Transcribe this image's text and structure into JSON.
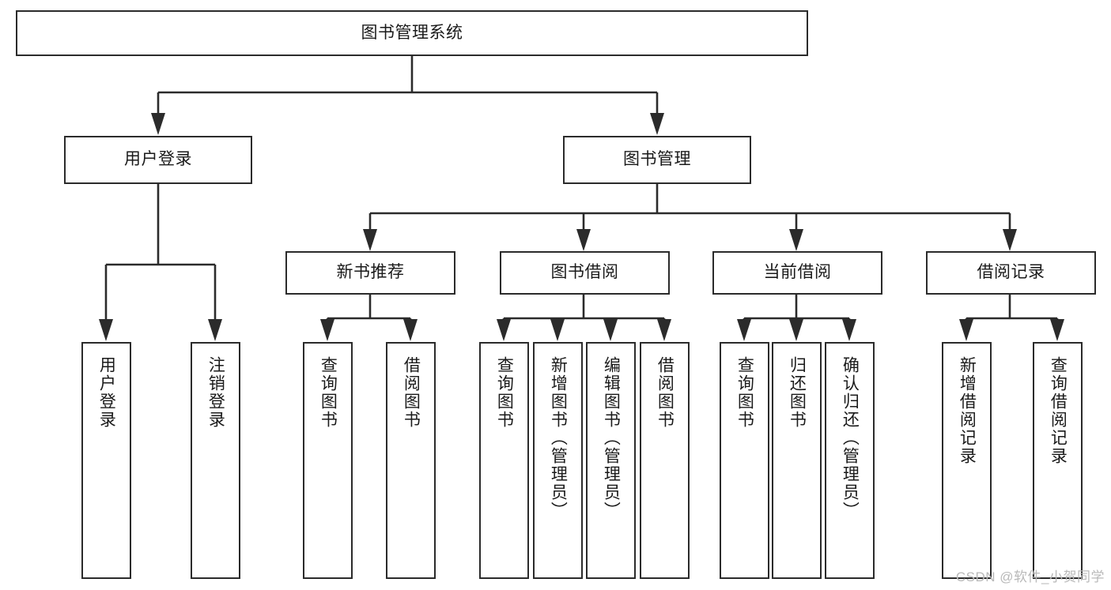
{
  "diagram": {
    "title": "图书管理系统",
    "type": "tree-hierarchy",
    "watermark": "CSDN @软件_小贺同学",
    "colors": {
      "border": "#2b2b2b",
      "background": "#ffffff",
      "text": "#1a1a1a",
      "watermark": "#b9b9b9"
    }
  },
  "nodes": {
    "root": {
      "label": "图书管理系统"
    },
    "level1": [
      {
        "id": "user-login",
        "label": "用户登录"
      },
      {
        "id": "book-manage",
        "label": "图书管理"
      }
    ],
    "level2": [
      {
        "id": "new-book-rec",
        "label": "新书推荐"
      },
      {
        "id": "book-borrow",
        "label": "图书借阅"
      },
      {
        "id": "current-borrow",
        "label": "当前借阅"
      },
      {
        "id": "borrow-record",
        "label": "借阅记录"
      }
    ],
    "leaves": {
      "user_login": [
        {
          "id": "leaf-user-login",
          "label": "用户登录"
        },
        {
          "id": "leaf-logout-login",
          "label": "注销登录"
        }
      ],
      "new_book_rec": [
        {
          "id": "leaf-query-book-1",
          "label": "查询图书"
        },
        {
          "id": "leaf-borrow-book-1",
          "label": "借阅图书"
        }
      ],
      "book_borrow": [
        {
          "id": "leaf-query-book-2",
          "label": "查询图书"
        },
        {
          "id": "leaf-add-book",
          "label": "新增图书（管理员）"
        },
        {
          "id": "leaf-edit-book",
          "label": "编辑图书（管理员）"
        },
        {
          "id": "leaf-borrow-book-2",
          "label": "借阅图书"
        }
      ],
      "current_borrow": [
        {
          "id": "leaf-query-book-3",
          "label": "查询图书"
        },
        {
          "id": "leaf-return-book",
          "label": "归还图书"
        },
        {
          "id": "leaf-confirm-return",
          "label": "确认归还（管理员）"
        }
      ],
      "borrow_record": [
        {
          "id": "leaf-add-record",
          "label": "新增借阅记录"
        },
        {
          "id": "leaf-query-record",
          "label": "查询借阅记录"
        }
      ]
    }
  }
}
